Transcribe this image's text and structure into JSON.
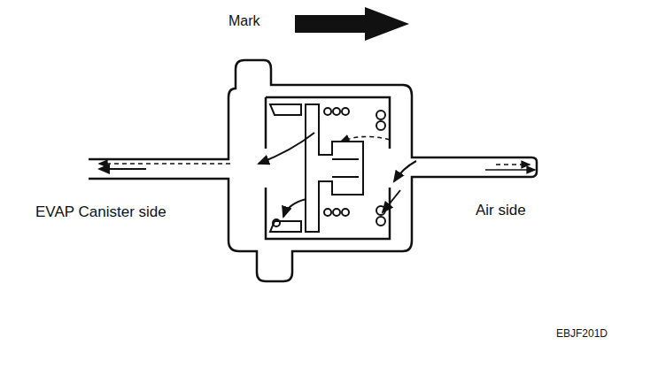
{
  "diagram": {
    "labels": [
      "Mark",
      "EVAP Canister side",
      "Air side",
      "EBJF201D"
    ]
  }
}
